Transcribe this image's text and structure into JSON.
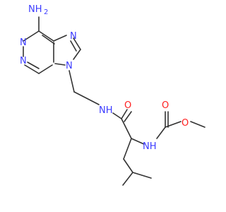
{
  "molecule": {
    "colors": {
      "bond": "#333333",
      "nitrogen": "#3b3bff",
      "oxygen": "#ff2020",
      "background": "#ffffff"
    },
    "atoms": {
      "amine_nh": "NH",
      "amine_sub": "2",
      "n_ring_top": "N",
      "n_ring_left_mid": "N",
      "n_ring_left_low": "N",
      "n_imidazole_top": "N",
      "n9": "N",
      "amide_nh": "NH",
      "carbamate_nh": "NH",
      "amide_o": "O",
      "carbamate_o_double": "O",
      "carbamate_o_ester": "O"
    }
  }
}
